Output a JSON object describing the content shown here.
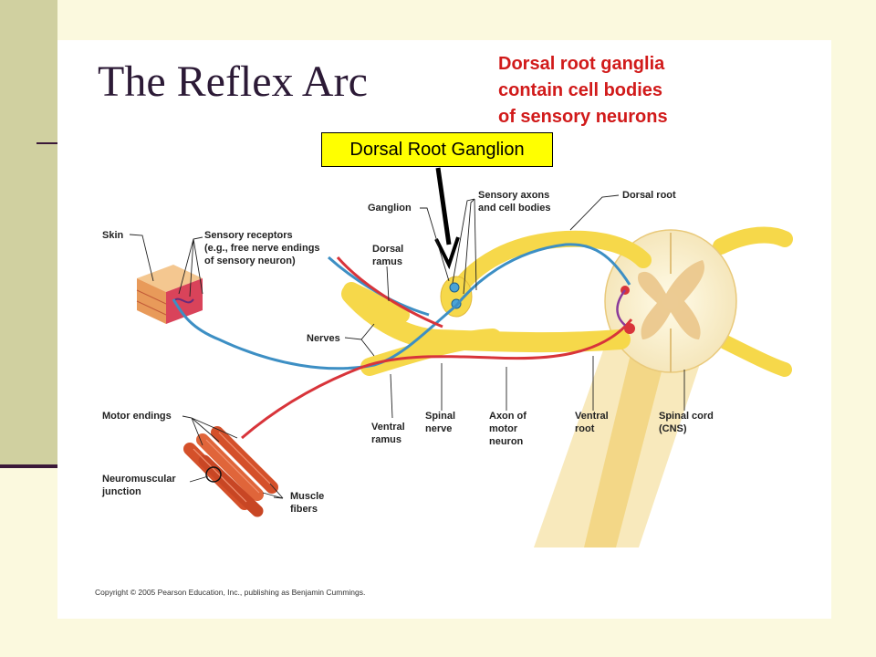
{
  "title": "The Reflex Arc",
  "note": {
    "line1": "Dorsal root ganglia",
    "line2": "contain cell bodies",
    "line3": "of sensory neurons"
  },
  "callout": "Dorsal Root Ganglion",
  "labels": {
    "skin": "Skin",
    "sensory_receptors_1": "Sensory receptors",
    "sensory_receptors_2": "(e.g., free nerve endings",
    "sensory_receptors_3": "of sensory neuron)",
    "ganglion": "Ganglion",
    "dorsal_ramus_1": "Dorsal",
    "dorsal_ramus_2": "ramus",
    "sensory_axons_1": "Sensory axons",
    "sensory_axons_2": "and cell bodies",
    "dorsal_root": "Dorsal root",
    "nerves": "Nerves",
    "motor_endings": "Motor endings",
    "nmj_1": "Neuromuscular",
    "nmj_2": "junction",
    "muscle_fibers_1": "Muscle",
    "muscle_fibers_2": "fibers",
    "ventral_ramus_1": "Ventral",
    "ventral_ramus_2": "ramus",
    "spinal_nerve_1": "Spinal",
    "spinal_nerve_2": "nerve",
    "axon_motor_1": "Axon of",
    "axon_motor_2": "motor",
    "axon_motor_3": "neuron",
    "ventral_root_1": "Ventral",
    "ventral_root_2": "root",
    "spinal_cord_1": "Spinal cord",
    "spinal_cord_2": "(CNS)"
  },
  "copyright": "Copyright © 2005 Pearson Education, Inc., publishing as Benjamin Cummings.",
  "colors": {
    "nerve_yellow": "#f6d84a",
    "sensory_blue": "#3d8fc4",
    "motor_red": "#d8343a",
    "title": "#2c1a36",
    "note_red": "#d11a1a",
    "callout_bg": "#ffff00"
  }
}
